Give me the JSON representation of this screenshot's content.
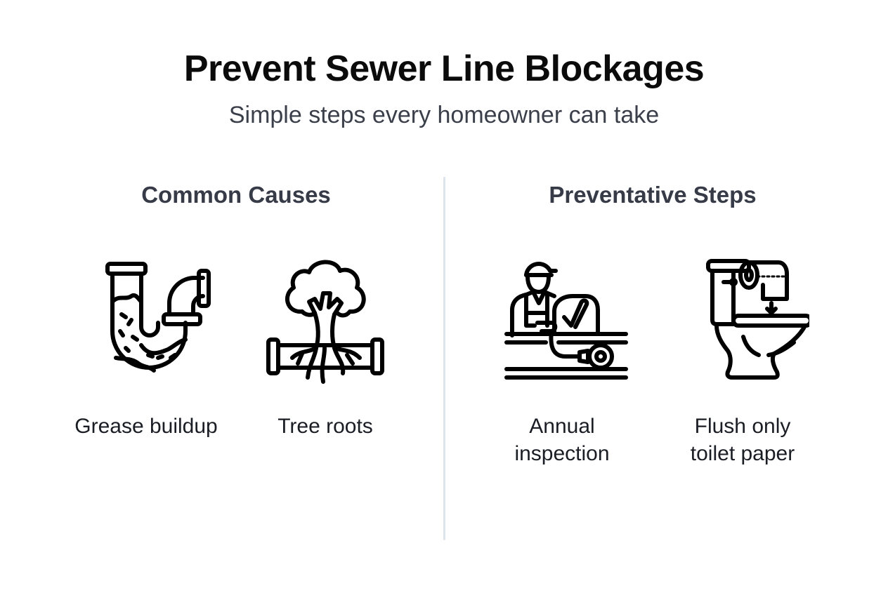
{
  "header": {
    "title": "Prevent Sewer Line Blockages",
    "subtitle": "Simple steps every homeowner can take"
  },
  "sections": [
    {
      "heading": "Common Causes",
      "items": [
        {
          "label": "Grease buildup",
          "icon": "clogged-pipe-icon"
        },
        {
          "label": "Tree roots",
          "icon": "tree-roots-pipe-icon"
        }
      ]
    },
    {
      "heading": "Preventative Steps",
      "items": [
        {
          "label_line1": "Annual",
          "label_line2": "inspection",
          "icon": "plumber-inspection-icon"
        },
        {
          "label_line1": "Flush only",
          "label_line2": "toilet paper",
          "icon": "toilet-paper-icon"
        }
      ]
    }
  ],
  "colors": {
    "background": "#ffffff",
    "title": "#0b0b0b",
    "subtitle": "#3a3f4a",
    "heading": "#363b47",
    "label": "#1a1d24",
    "divider": "#dde4ec",
    "icon_stroke": "#000000"
  }
}
